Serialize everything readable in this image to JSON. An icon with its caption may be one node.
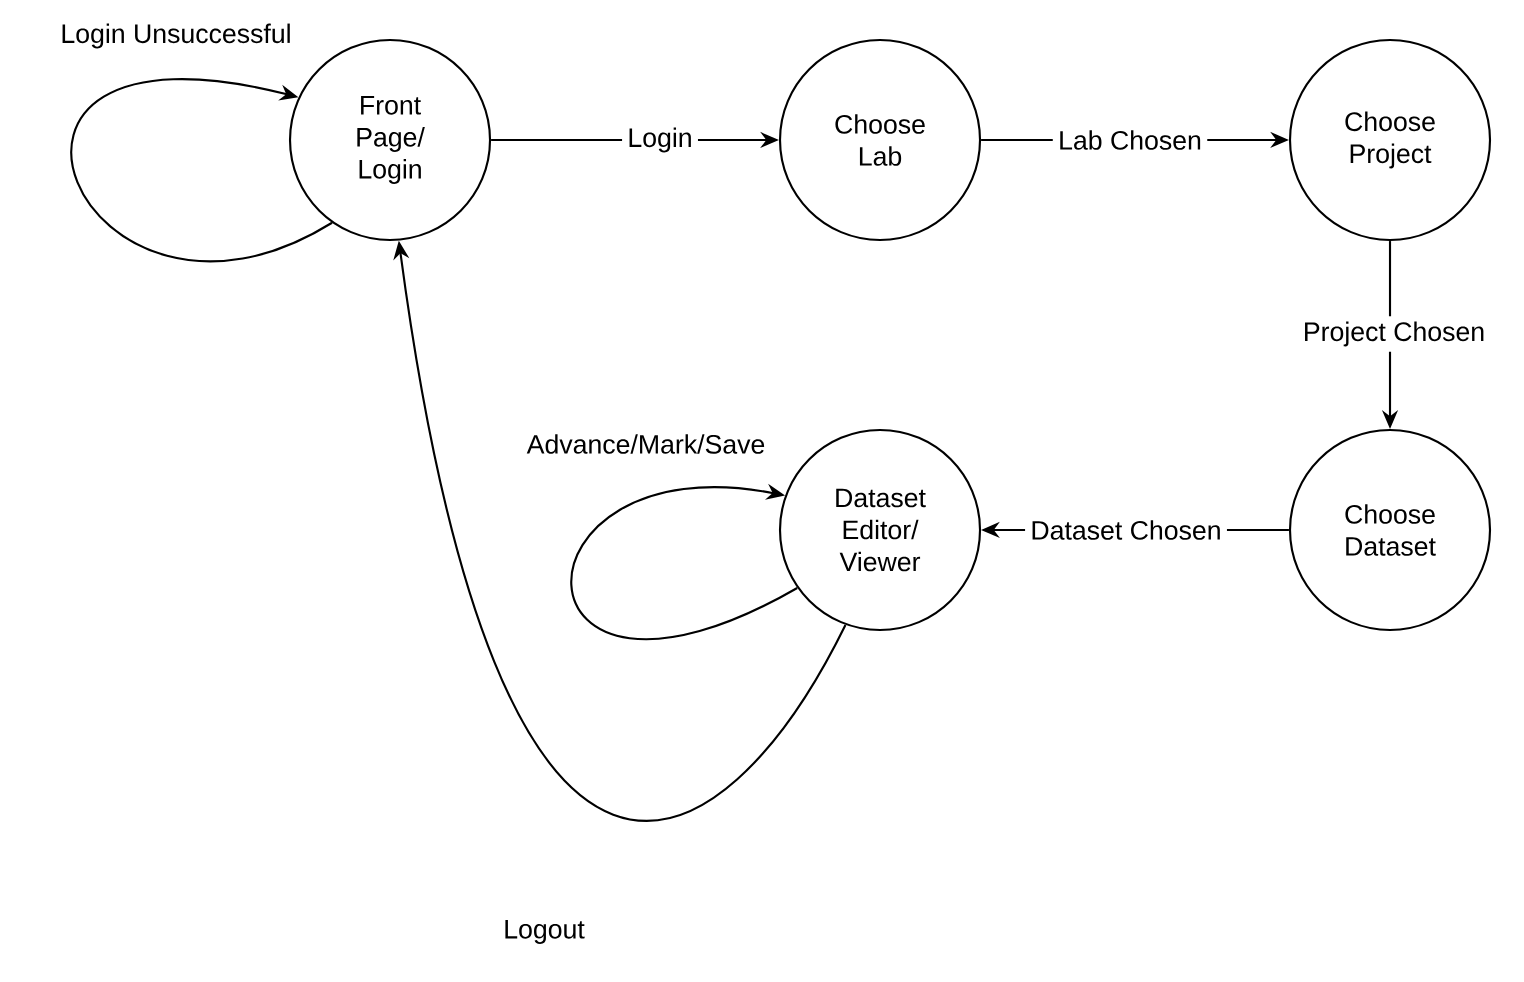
{
  "diagram": {
    "nodes": [
      {
        "text": [
          "Front Page/ Login"
        ]
      },
      {
        "text": [
          "Choose Lab"
        ]
      },
      {
        "text": [
          "Choose Project"
        ]
      },
      {
        "text": [
          "Dataset Editor/ Viewer"
        ]
      },
      {
        "text": [
          "Choose Dataset"
        ]
      }
    ],
    "edges": [
      {
        "from": 0,
        "to": 0,
        "arrow": "to",
        "label": "Login Unsuccessful"
      },
      {
        "from": 0,
        "to": 1,
        "arrow": "to",
        "label": "Login"
      },
      {
        "from": 1,
        "to": 2,
        "arrow": "to",
        "label": "Lab Chosen"
      },
      {
        "from": 2,
        "to": 4,
        "arrow": "to",
        "label": "Project Chosen"
      },
      {
        "from": 4,
        "to": 3,
        "arrow": "to",
        "label": "Dataset Chosen"
      },
      {
        "from": 3,
        "to": 3,
        "arrow": "to",
        "label": "Advance/Mark/Save"
      },
      {
        "from": 3,
        "to": 0,
        "arrow": "to",
        "label": "Logout"
      }
    ]
  }
}
